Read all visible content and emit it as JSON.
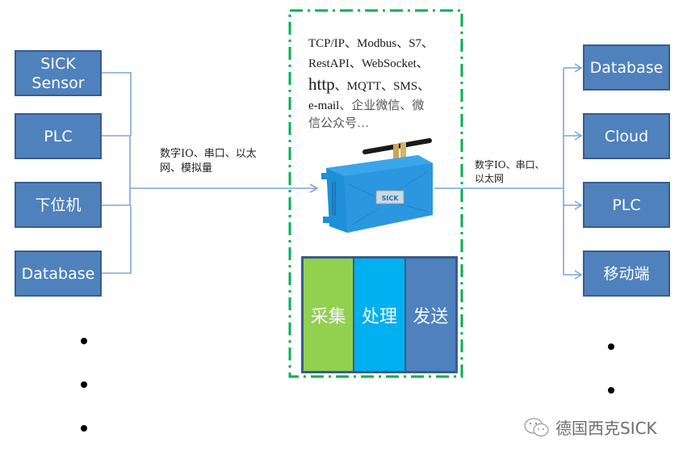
{
  "inputs": [
    {
      "label": "SICK\nSensor"
    },
    {
      "label": "PLC"
    },
    {
      "label": "下位机"
    },
    {
      "label": "Database"
    }
  ],
  "input_link_label": "数字IO、串口、以太\n网、模拟量",
  "protocols": {
    "line1": "TCP/IP、Modbus、S7、",
    "line2": "RestAPI、WebSocket、",
    "line3_big": "http",
    "line3_rest": "、MQTT、SMS、",
    "line4_a": "e-mail",
    "line4_b": "、企业微信、微",
    "line5": "信公众号…"
  },
  "device": {
    "brand": "SICK"
  },
  "stages": [
    {
      "label": "采集",
      "color": "#92d050"
    },
    {
      "label": "处理",
      "color": "#00b0f0"
    },
    {
      "label": "发送",
      "color": "#4f81bd"
    }
  ],
  "output_link_label": "数字IO、串口、\n以太网",
  "outputs": [
    {
      "label": "Database"
    },
    {
      "label": "Cloud"
    },
    {
      "label": "PLC"
    },
    {
      "label": "移动端"
    }
  ],
  "watermark": {
    "text": "德国西克SICK"
  },
  "colors": {
    "node_fill": "#4f81bd",
    "node_border": "#385d8a",
    "wire": "#7ea6d8",
    "frame": "#00b050"
  }
}
